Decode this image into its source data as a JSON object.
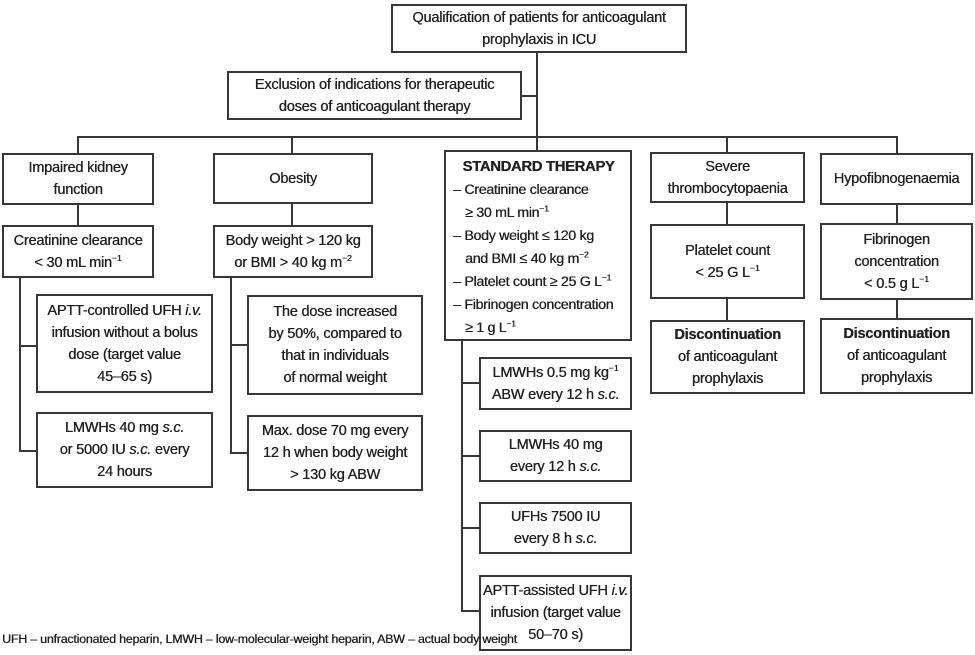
{
  "diagram": {
    "colors": {
      "ink": "#231f20",
      "background": "#ffffff"
    },
    "boxes": {
      "qualification": {
        "lines": [
          "Qualification of patients for anticoagulant",
          "prophylaxis in ICU"
        ]
      },
      "exclusion": {
        "lines": [
          "Exclusion of indications for therapeutic",
          "doses of anticoagulant therapy"
        ]
      },
      "kidney_header": {
        "lines": [
          "Impaired kidney",
          "function"
        ]
      },
      "kidney_criteria": {
        "lines": [
          "Creatinine clearance",
          "< 30 mL min^−1^"
        ]
      },
      "kidney_rx1": {
        "lines": [
          "APTT-controlled UFH *i.v.*",
          "infusion without a bolus",
          "dose (target value",
          "45–65 s)"
        ]
      },
      "kidney_rx2": {
        "lines": [
          "LMWHs 40 mg *s.c.*",
          "or 5000 IU *s.c.* every",
          "24 hours"
        ]
      },
      "obesity_header": {
        "lines": [
          "Obesity"
        ]
      },
      "obesity_criteria": {
        "lines": [
          "Body weight > 120 kg",
          "or BMI > 40 kg m^−2^"
        ]
      },
      "obesity_rx1": {
        "lines": [
          "The dose increased",
          "by 50%, compared to",
          "that in individuals",
          "of normal weight"
        ]
      },
      "obesity_rx2": {
        "lines": [
          "Max. dose 70 mg every",
          "12 h when body weight",
          "> 130 kg ABW"
        ]
      },
      "standard": {
        "title": "STANDARD THERAPY",
        "lines": [
          "– Creatinine clearance",
          "≥ 30 mL min^−1^",
          "– Body weight ≤ 120 kg",
          "and BMI ≤ 40 kg m^−2^",
          "– Platelet count ≥ 25 G L^−1^",
          "– Fibrinogen concentration",
          "≥ 1 g L^−1^"
        ]
      },
      "standard_rx1": {
        "lines": [
          "LMWHs 0.5 mg kg^−1^",
          "ABW every 12 h *s.c.*"
        ]
      },
      "standard_rx2": {
        "lines": [
          "LMWHs 40 mg",
          "every 12 h *s.c.*"
        ]
      },
      "standard_rx3": {
        "lines": [
          "UFHs 7500 IU",
          "every 8 h *s.c.*"
        ]
      },
      "standard_rx4": {
        "lines": [
          "APTT-assisted UFH *i.v.*",
          "infusion (target value",
          "50–70 s)"
        ]
      },
      "thrombo_header": {
        "lines": [
          "Severe",
          "thrombocytopaenia"
        ]
      },
      "thrombo_criteria": {
        "lines": [
          "Platelet count",
          "< 25 G L^−1^"
        ]
      },
      "thrombo_action": {
        "lines": [
          "**Discontinuation**",
          "of anticoagulant",
          "prophylaxis"
        ]
      },
      "hypofib_header": {
        "lines": [
          "Hypofibnogenaemia"
        ]
      },
      "hypofib_criteria": {
        "lines": [
          "Fibrinogen",
          "concentration",
          "< 0.5 g L^−1^"
        ]
      },
      "hypofib_action": {
        "lines": [
          "**Discontinuation**",
          "of anticoagulant",
          "prophylaxis"
        ]
      }
    },
    "footnote": "UFH – unfractionated heparin, LMWH – low-molecular-weight heparin, ABW – actual body weight"
  }
}
